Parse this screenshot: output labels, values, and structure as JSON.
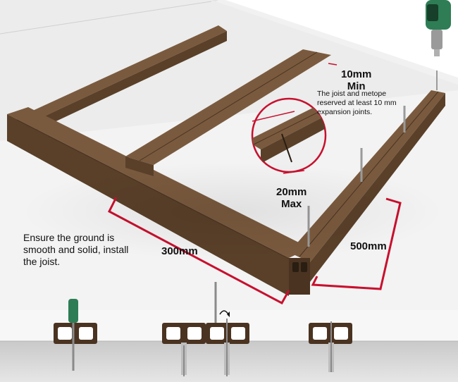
{
  "instruction": {
    "line1": "Ensure the ground is",
    "line2": "smooth and solid, install",
    "line3": "the joist."
  },
  "dimensions": {
    "span_300": "300mm",
    "span_500": "500mm",
    "expansion_value": "10mm",
    "expansion_qualifier": "Min",
    "ground_value": "20mm",
    "ground_qualifier": "Max"
  },
  "expansion_note": {
    "line1": "The joist and metope",
    "line2": "reserved at least 10 mm",
    "line3": "expansion joints."
  },
  "colors": {
    "wood_top": "#7a5a3e",
    "wood_side": "#5a4029",
    "dimension_red": "#c8102e",
    "ground": "#d9d9d9",
    "drill_green": "#2e7d55"
  },
  "icons": [
    "drill-icon",
    "screw-anchor-icon",
    "hammer-arrow-icon",
    "joist-profile-icon"
  ]
}
